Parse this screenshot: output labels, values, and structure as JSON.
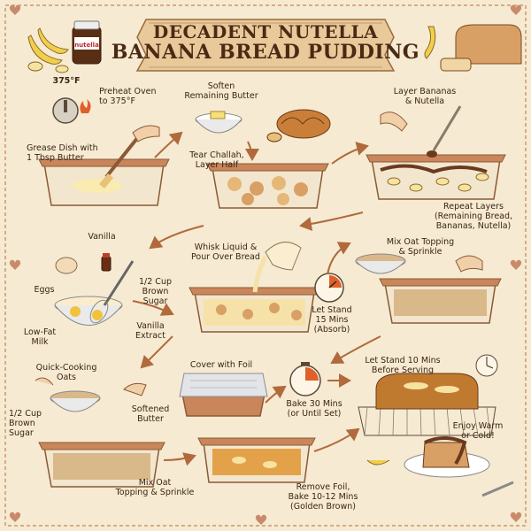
{
  "title": {
    "line1": "DECADENT NUTELLA",
    "line2": "BANANA BREAD PUDDING"
  },
  "jar_label": "nutella",
  "oven_temp": "375°F",
  "steps": {
    "preheat": "Preheat Oven\nto 375°F",
    "grease": "Grease Dish with\n1 Tbsp Butter",
    "soften": "Soften\nRemaining Butter",
    "tear": "Tear Challah,\nLayer Half",
    "layer_bananas": "Layer Bananas\n& Nutella",
    "repeat": "Repeat Layers\n(Remaining Bread,\nBananas, Nutella)",
    "vanilla": "Vanilla",
    "eggs": "Eggs",
    "brown_sugar_1": "1/2 Cup\nBrown\nSugar",
    "milk": "Low-Fat\nMilk",
    "vanilla_extract": "Vanilla\nExtract",
    "whisk": "Whisk Liquid &\nPour Over Bread",
    "let_stand": "Let Stand\n15 Mins\n(Absorb)",
    "mix_oat_topping": "Mix Oat Topping\n& Sprinkle",
    "oats": "Quick-Cooking\nOats",
    "brown_sugar_2": "1/2 Cup\nBrown\nSugar",
    "softened_butter": "Softened\nButter",
    "mix_oat_sprinkle": "Mix Oat\nTopping & Sprinkle",
    "cover_foil": "Cover with Foil",
    "bake": "Bake 30 Mins\n(or Until Set)",
    "remove_foil": "Remove Foil,\nBake 10-12 Mins\n(Golden Brown)",
    "stand_10": "Let Stand 10 Mins\nBefore Serving",
    "enjoy": "Enjoy Warm\nor Cold!"
  },
  "colors": {
    "background": "#f6ead2",
    "ribbon": "#e9c99a",
    "ink": "#3a2414",
    "dish": "#c9865a",
    "arrow": "#b06a3c",
    "banana": "#f2cf4a",
    "nutella": "#6b3a1e"
  }
}
